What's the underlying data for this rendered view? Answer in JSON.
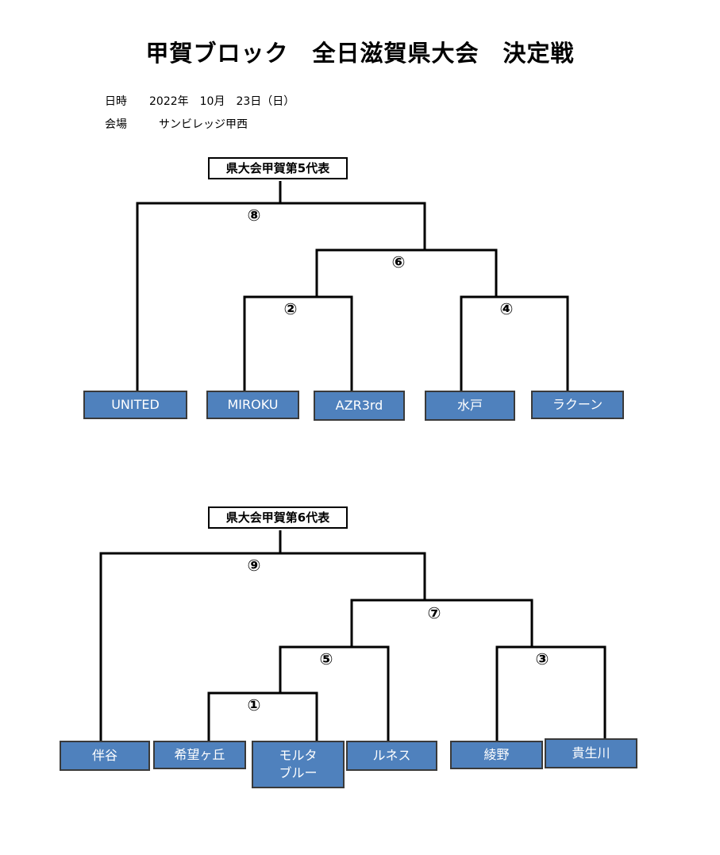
{
  "title": "甲賀ブロック　全日滋賀県大会　決定戦",
  "info": {
    "date_label": "日時",
    "date_value": "2022年　10月　23日（日）",
    "venue_label": "会場",
    "venue_value": "サンビレッジ甲西"
  },
  "bracket1": {
    "header": "県大会甲賀第5代表",
    "teams": [
      "UNITED",
      "MIROKU",
      "AZR3rd",
      "水戸",
      "ラクーン"
    ],
    "matches": [
      "⑧",
      "⑥",
      "②",
      "④"
    ]
  },
  "bracket2": {
    "header": "県大会甲賀第6代表",
    "teams": [
      "伴谷",
      "希望ヶ丘",
      "モルタ\nブルー",
      "ルネス",
      "綾野",
      "貴生川"
    ],
    "matches": [
      "⑨",
      "⑦",
      "⑤",
      "①",
      "③"
    ]
  },
  "colors": {
    "team_box": "#4f81bd",
    "line": "#000000"
  }
}
